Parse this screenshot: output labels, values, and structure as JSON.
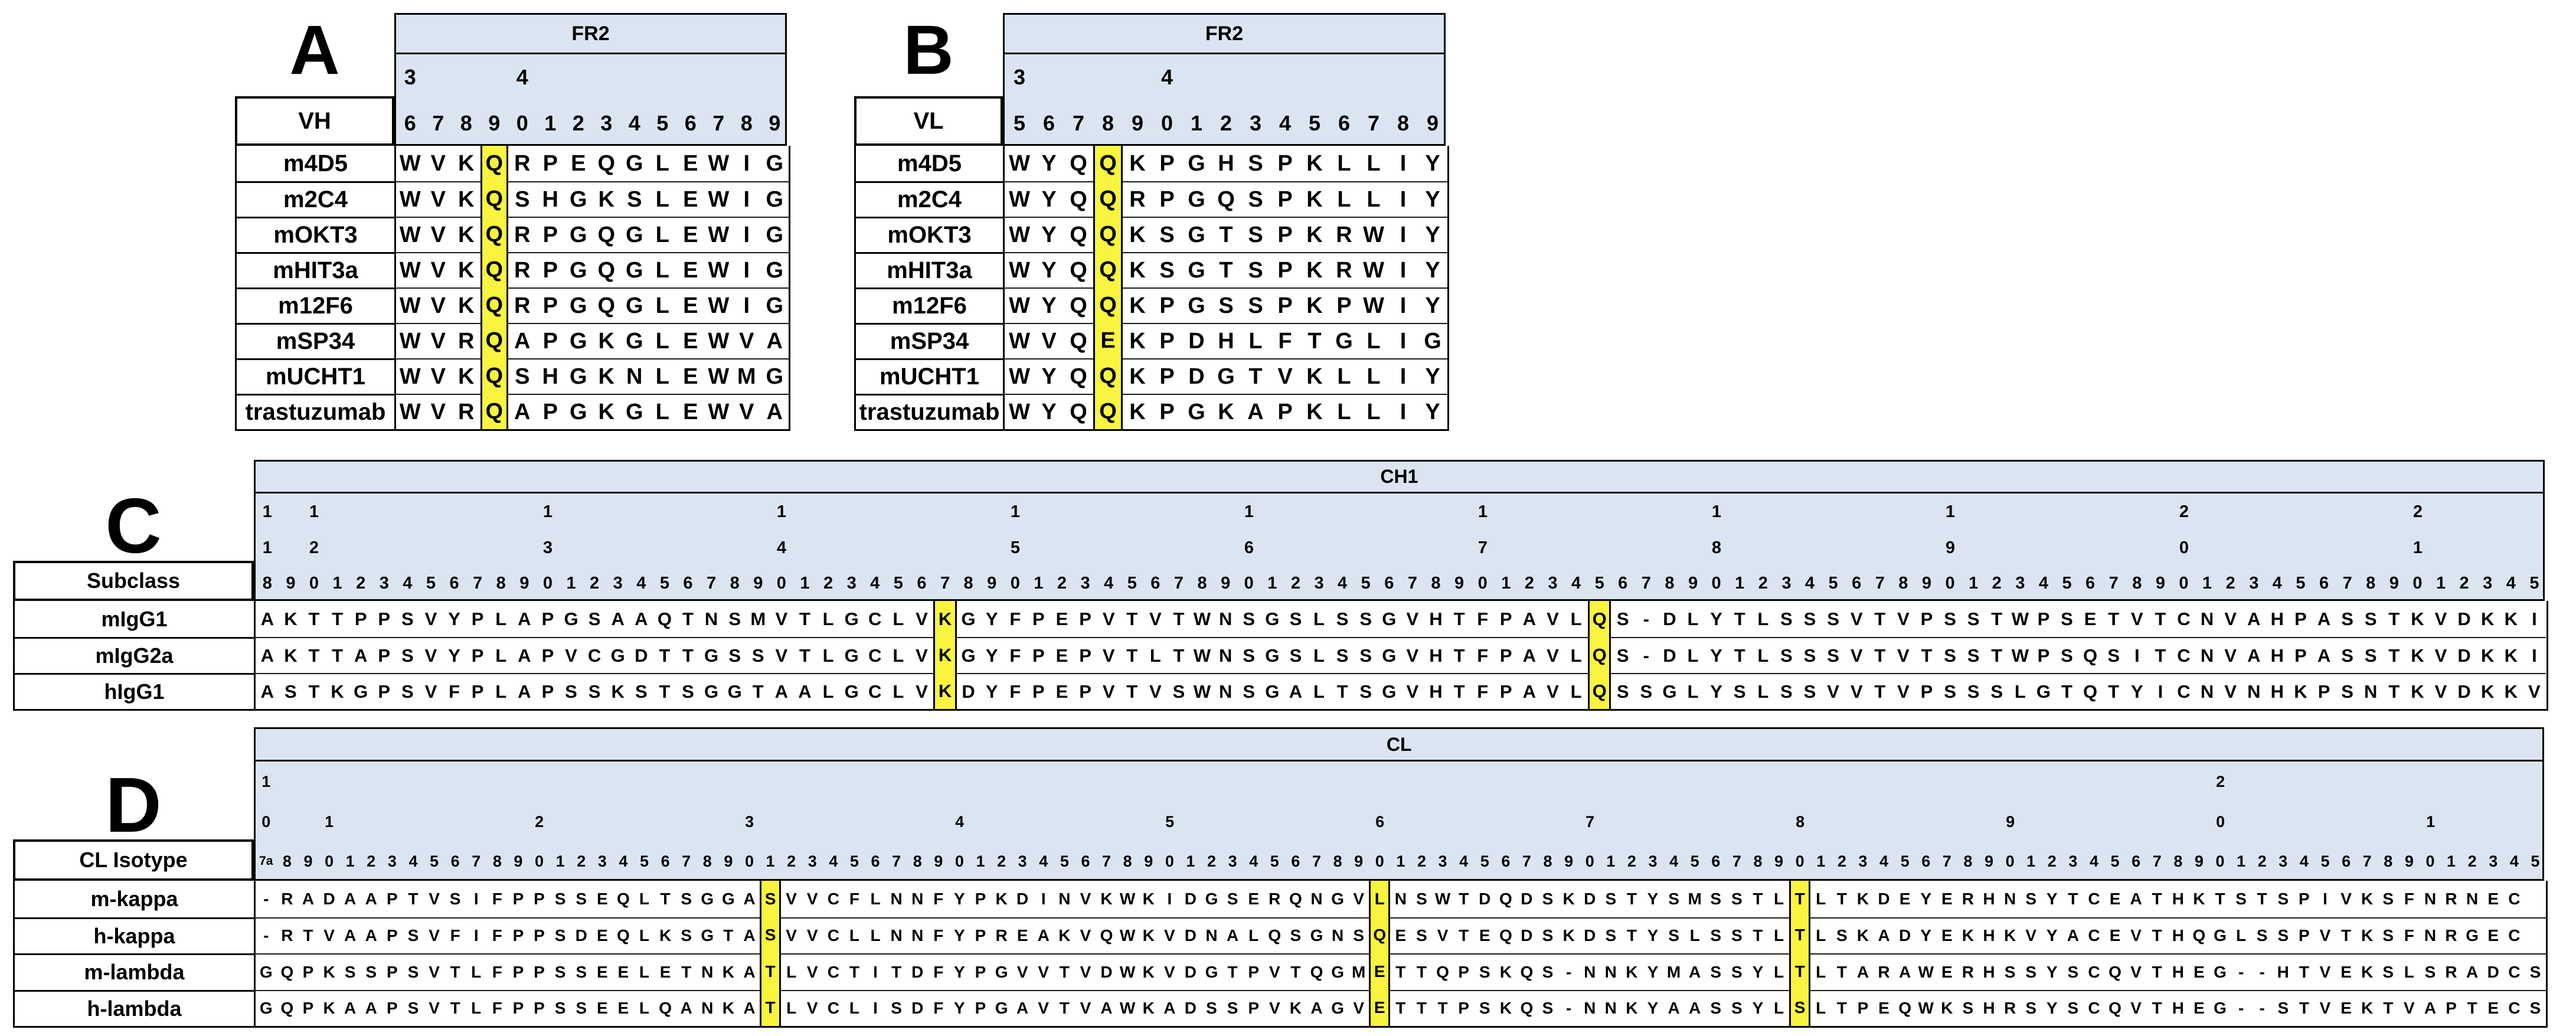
{
  "figure": {
    "description_labels": {
      "panel_a": "A",
      "panel_b": "B",
      "panel_c": "C",
      "panel_d": "D"
    }
  },
  "colors": {
    "band": "#dbe5f1",
    "highlight": "#f8f43f",
    "border": "#000000"
  },
  "panels": {
    "A": {
      "panel_letter": "A",
      "region_title": "FR2",
      "header_label": "VH",
      "units_string": "67890123456789",
      "hundreds_marks": [],
      "tens_marks": [
        {
          "col": 0,
          "text": "3"
        },
        {
          "col": 4,
          "text": "4"
        }
      ],
      "highlight_cols": [
        3
      ],
      "rows": [
        {
          "name": "m4D5",
          "seq": "WVKQRPEQGLEWIG"
        },
        {
          "name": "m2C4",
          "seq": "WVKQSHGKSLEWIG"
        },
        {
          "name": "mOKT3",
          "seq": "WVKQRPGQGLEWIG"
        },
        {
          "name": "mHIT3a",
          "seq": "WVKQRPGQGLEWIG"
        },
        {
          "name": "m12F6",
          "seq": "WVKQRPGQGLEWIG"
        },
        {
          "name": "mSP34",
          "seq": "WVRQAPGKGLEWVA"
        },
        {
          "name": "mUCHT1",
          "seq": "WVKQSHGKNLEWMG"
        },
        {
          "name": "trastuzumab",
          "seq": "WVRQAPGKGLEWVA"
        }
      ]
    },
    "B": {
      "panel_letter": "B",
      "region_title": "FR2",
      "header_label": "VL",
      "units_string": "567890123456789",
      "hundreds_marks": [],
      "tens_marks": [
        {
          "col": 0,
          "text": "3"
        },
        {
          "col": 5,
          "text": "4"
        }
      ],
      "highlight_cols": [
        3
      ],
      "rows": [
        {
          "name": "m4D5",
          "seq": "WYQQKPGHSPKLLIY"
        },
        {
          "name": "m2C4",
          "seq": "WYQQRPGQSPKLLIY"
        },
        {
          "name": "mOKT3",
          "seq": "WYQQKSGTSPKRWIY"
        },
        {
          "name": "mHIT3a",
          "seq": "WYQQKSGTSPKRWIY"
        },
        {
          "name": "m12F6",
          "seq": "WYQQKPGSSPKPWIY"
        },
        {
          "name": "mSP34",
          "seq": "WVQEKPDHLFTGLIG"
        },
        {
          "name": "mUCHT1",
          "seq": "WYQQKPDGTVKLLIY"
        },
        {
          "name": "trastuzumab",
          "seq": "WYQQKPGKAPKLLIY"
        }
      ]
    },
    "C": {
      "panel_letter": "C",
      "region_title": "CH1",
      "header_label": "Subclass",
      "units_string": "89012345678901234567890123456789012345678901234567890123456789012345678901234567890123456789012345",
      "hundreds_marks": [
        {
          "col": 0,
          "text": "1"
        },
        {
          "col": 2,
          "text": "1"
        },
        {
          "col": 12,
          "text": "1"
        },
        {
          "col": 22,
          "text": "1"
        },
        {
          "col": 32,
          "text": "1"
        },
        {
          "col": 42,
          "text": "1"
        },
        {
          "col": 52,
          "text": "1"
        },
        {
          "col": 62,
          "text": "1"
        },
        {
          "col": 72,
          "text": "1"
        },
        {
          "col": 82,
          "text": "2"
        },
        {
          "col": 92,
          "text": "2"
        }
      ],
      "tens_marks": [
        {
          "col": 0,
          "text": "1"
        },
        {
          "col": 2,
          "text": "2"
        },
        {
          "col": 12,
          "text": "3"
        },
        {
          "col": 22,
          "text": "4"
        },
        {
          "col": 32,
          "text": "5"
        },
        {
          "col": 42,
          "text": "6"
        },
        {
          "col": 52,
          "text": "7"
        },
        {
          "col": 62,
          "text": "8"
        },
        {
          "col": 72,
          "text": "9"
        },
        {
          "col": 82,
          "text": "0"
        },
        {
          "col": 92,
          "text": "1"
        }
      ],
      "highlight_cols": [
        29,
        57
      ],
      "rows": [
        {
          "name": "mIgG1",
          "seq": "AKTTPPSVYPLAPGSAAQTNSMVTLGCLVKGYFPEPVTVTWNSGSLSSGVHTFPAVLQS-DLYTLSSSVTVPSSTWPSETVTCNVAHPASSTKVDKKI"
        },
        {
          "name": "mIgG2a",
          "seq": "AKTTAPSVYPLAPVCGDTTGSSVTLGCLVKGYFPEPVTLTWNSGSLSSGVHTFPAVLQS-DLYTLSSSVTVTSSTWPSQSITCNVAHPASSTKVDKKI"
        },
        {
          "name": "hIgG1",
          "seq": "ASTKGPSVFPLAPSSKSTSGGTAALGCLVKDYFPEPVTVSWNSGALTSGVHTFPAVLQSSGLYSLSSVVTVPSSSLGTQTYICNVNHKPSNTKVDKKV"
        }
      ]
    },
    "D": {
      "panel_letter": "D",
      "region_title": "CL",
      "header_label": "CL Isotype",
      "units_prefix": "7a",
      "units_string": "890123456789012345678901234567890123456789012345678901234567890123456789012345678901234567890123456789012345",
      "hundreds_marks": [
        {
          "col": 0,
          "text": "1"
        },
        {
          "col": 93,
          "text": "2"
        }
      ],
      "tens_marks": [
        {
          "col": 0,
          "text": "0"
        },
        {
          "col": 3,
          "text": "1"
        },
        {
          "col": 13,
          "text": "2"
        },
        {
          "col": 23,
          "text": "3"
        },
        {
          "col": 33,
          "text": "4"
        },
        {
          "col": 43,
          "text": "5"
        },
        {
          "col": 53,
          "text": "6"
        },
        {
          "col": 63,
          "text": "7"
        },
        {
          "col": 73,
          "text": "8"
        },
        {
          "col": 83,
          "text": "9"
        },
        {
          "col": 93,
          "text": "0"
        },
        {
          "col": 103,
          "text": "1"
        }
      ],
      "highlight_cols": [
        24,
        53,
        73
      ],
      "rows": [
        {
          "name": "m-kappa",
          "seq": "-RADAAPTVSIFPPSSEQLTSGGASVVCFLNNFYPKDINVKWKIDGSERQNGVLNSWTDQDSKDSTYSMSSTLTLTKDEYERHNSYTCEATHKTSTSPIVKSFNRNEC"
        },
        {
          "name": "h-kappa",
          "seq": "-RTVAAPSVFIFPPSDEQLKSGTASVVCLLNNFYPREAKVQWKVDNALQSGNSQESVTEQDSKDSTYSLSSTLTLSKADYEKHKVYACEVTHQGLSSPVTKSFNRGEC"
        },
        {
          "name": "m-lambda",
          "seq": "GQPKSSPSVTLFPPSSEELETNKATLVCTITDFYPGVVTVDWKVDGTPVTQGMETTQPSKQS-NNKYMASSYLTLTARAWERHSSYSCQVTHEG--HTVEKSLSRADCS"
        },
        {
          "name": "h-lambda",
          "seq": "GQPKAAPSVTLFPPSSEELQANKATLVCLISDFYPGAVTVAWKADSSPVKAGVETTTPSKQS-NNKYAASSYLSLTPEQWKSHRSYSCQVTHEG--STVEKTVAPTECS"
        }
      ]
    }
  }
}
